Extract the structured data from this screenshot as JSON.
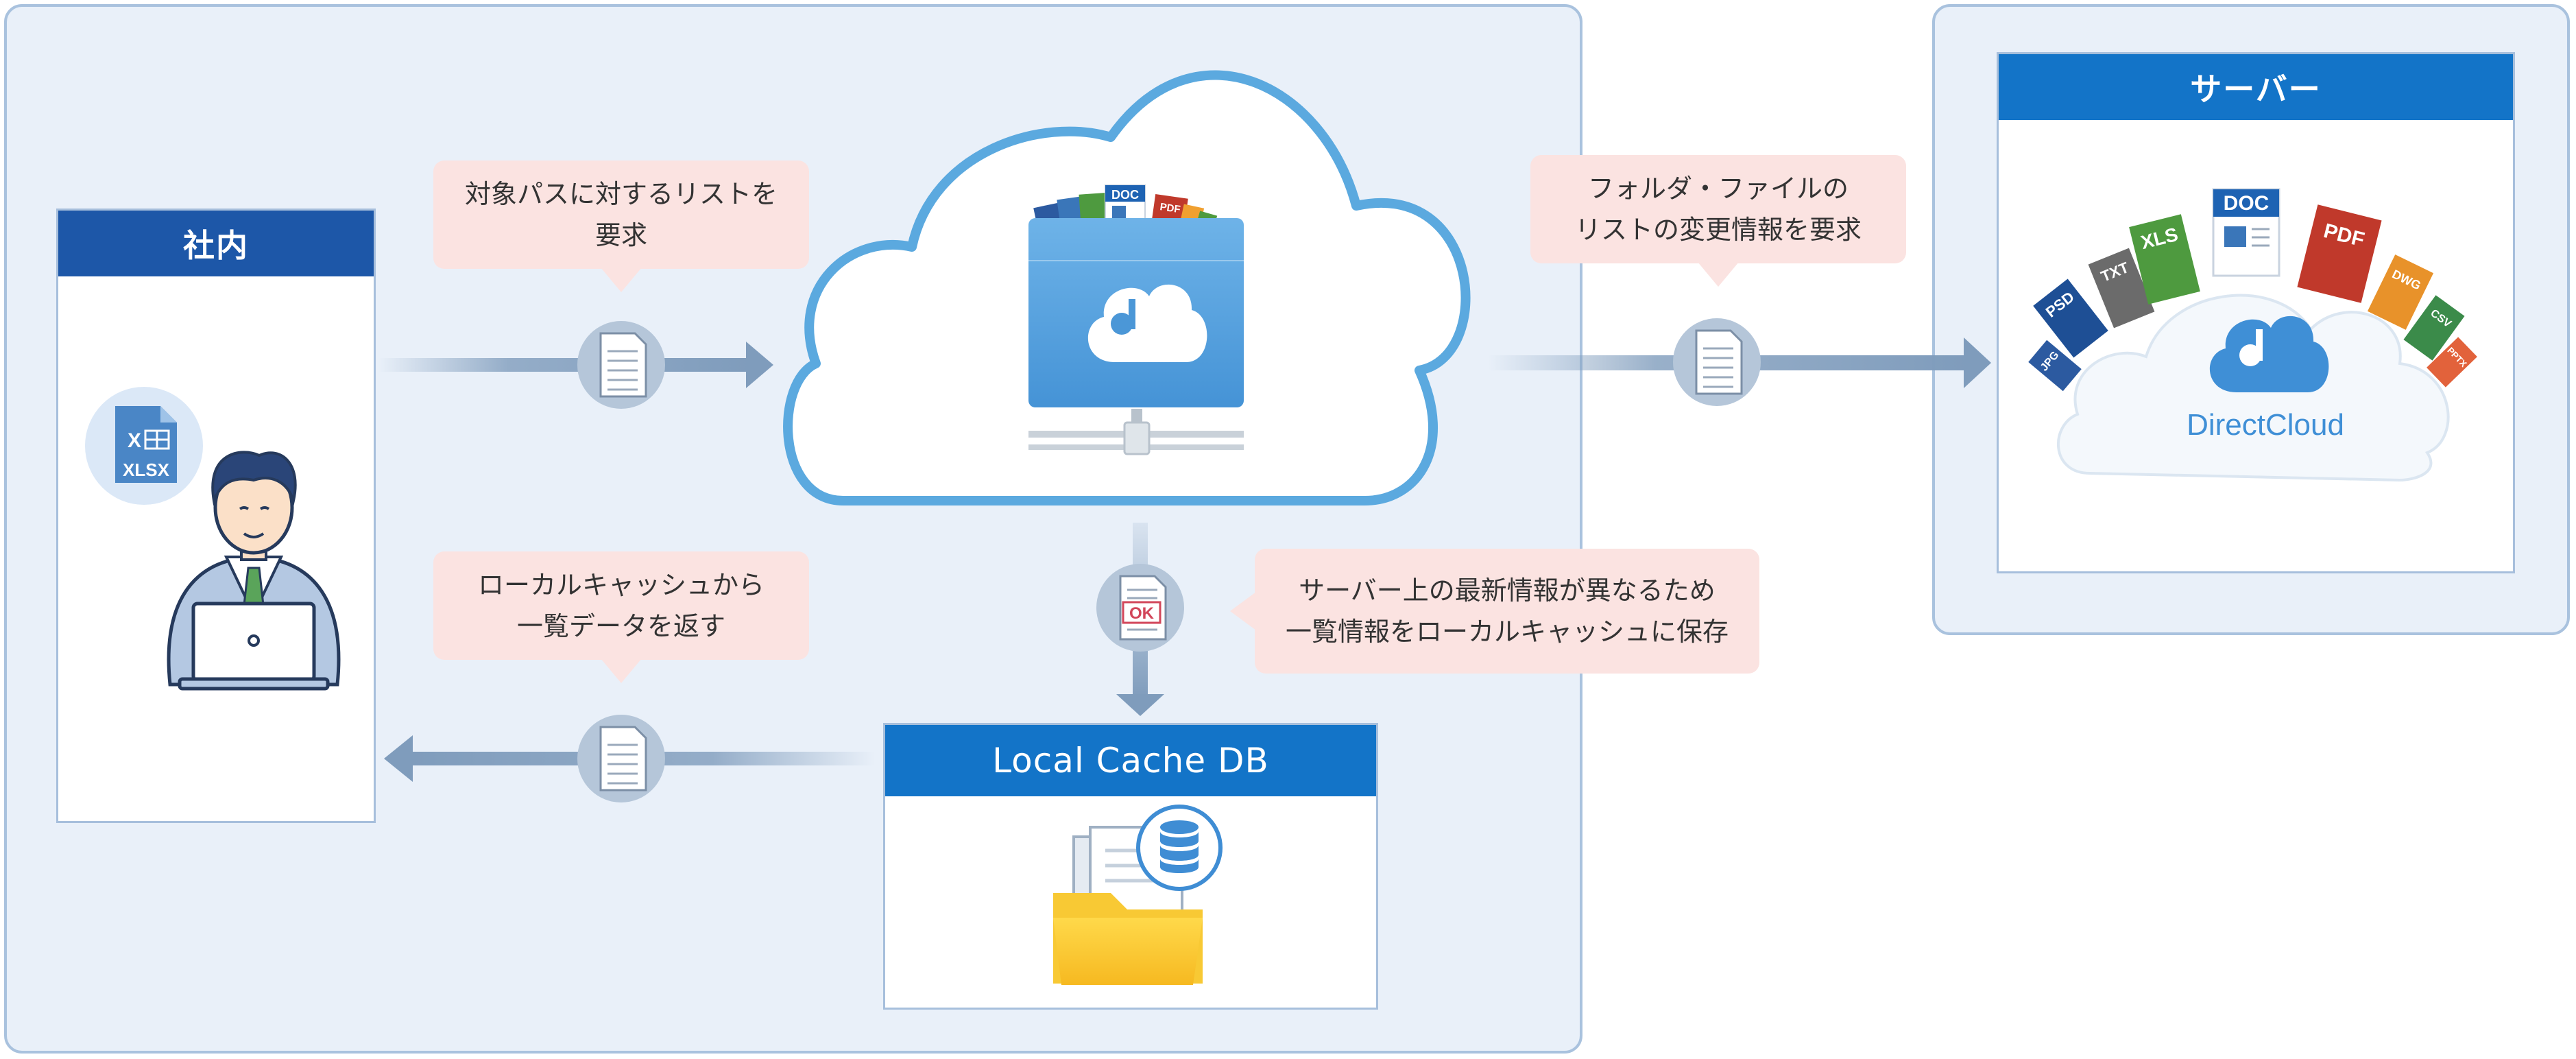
{
  "labels": {
    "office": "社内",
    "server": "サーバー",
    "cache_db": "Local Cache DB",
    "brand": "DirectCloud"
  },
  "bubbles": {
    "request_list": [
      "対象パスに対するリストを",
      "要求"
    ],
    "request_changes": [
      "フォルダ・ファイルの",
      "リストの変更情報を要求"
    ],
    "return_cache": [
      "ローカルキャッシュから",
      "一覧データを返す"
    ],
    "save_cache": [
      "サーバー上の最新情報が異なるため",
      "一覧情報をローカルキャッシュに保存"
    ]
  },
  "icons": {
    "excel_file": "XLSX",
    "excel_letter": "X",
    "ok_stamp": "OK",
    "file_tags": [
      "DOC",
      "XLS",
      "PDF",
      "TXT",
      "PSD",
      "JPG",
      "DWG",
      "CSV",
      "PPTX"
    ]
  },
  "colors": {
    "header_dark": "#1d57a8",
    "header_blue": "#1374c8",
    "cloud_stroke": "#5ba9df",
    "arrow": "#7f9cbc",
    "bubble_bg": "#fbe3e1",
    "panel_bg": "#e9f0f9"
  }
}
